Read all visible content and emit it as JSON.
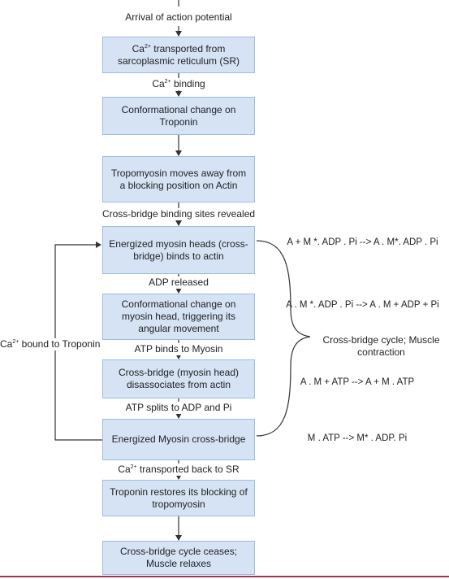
{
  "flow": {
    "top_label": "Arrival of action potential",
    "steps": [
      {
        "pre": "Ca",
        "sup": "2+",
        "post": " transported from sarcoplasmic reticulum (SR)"
      },
      {
        "pre": "",
        "sup": "",
        "post": "Conformational change on Troponin"
      },
      {
        "pre": "",
        "sup": "",
        "post": "Tropomyosin moves away from a  blocking position on Actin"
      },
      {
        "pre": "",
        "sup": "",
        "post": "Energized myosin heads (cross-bridge) binds to actin"
      },
      {
        "pre": "",
        "sup": "",
        "post": "Conformational change on myosin head, triggering its angular movement"
      },
      {
        "pre": "",
        "sup": "",
        "post": "Cross-bridge (myosin head) disassociates from actin"
      },
      {
        "pre": "",
        "sup": "",
        "post": "Energized Myosin cross-bridge"
      },
      {
        "pre": "",
        "sup": "",
        "post": "Troponin restores its blocking of tropomyosin"
      },
      {
        "pre": "",
        "sup": "",
        "post": "Cross-bridge cycle ceases; Muscle relaxes"
      }
    ],
    "connector_labels": [
      {
        "pre": "Ca",
        "sup": "2+",
        "post": " binding"
      },
      {
        "pre": "Cross-bridge binding sites revealed",
        "sup": "",
        "post": ""
      },
      {
        "pre": "ADP released",
        "sup": "",
        "post": ""
      },
      {
        "pre": "ATP binds to Myosin",
        "sup": "",
        "post": ""
      },
      {
        "pre": "ATP splits to ADP and Pi",
        "sup": "",
        "post": ""
      },
      {
        "pre": "Ca",
        "sup": "2+",
        "post": " transported back to SR"
      }
    ],
    "loop_label": {
      "pre": "Ca",
      "sup": "2+",
      "post": " bound to Troponin"
    }
  },
  "equations": [
    "A + M *. ADP . Pi --> A . M*. ADP . Pi",
    "A . M *. ADP . Pi --> A . M + ADP + Pi",
    "A . M  + ATP --> A + M . ATP",
    "M  . ATP --> M* . ADP. Pi"
  ],
  "cycle_label": "Cross-bridge cycle; Muscle contraction",
  "colors": {
    "box_fill": "#d5e3f5",
    "box_border": "#9bbce2",
    "arrow": "#333333",
    "bottom_rule": "#9b3a4f"
  }
}
